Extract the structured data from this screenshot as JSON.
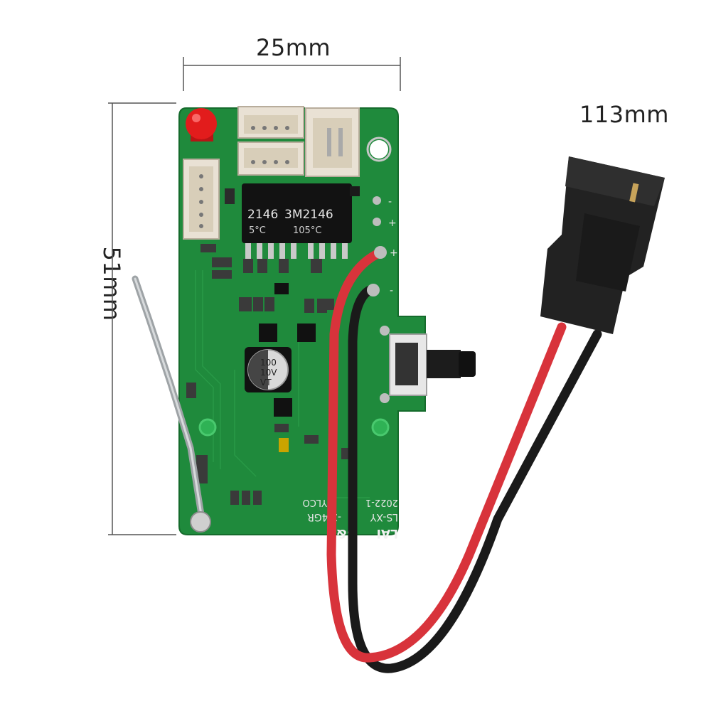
{
  "dimensions": {
    "width": "25mm",
    "height": "51mm",
    "cable_length": "113mm"
  },
  "board_markings": {
    "capacitor_top": "100",
    "capacitor_mid": "10V",
    "capacitor_bottom": "VT",
    "ic_text_left": "2146",
    "ic_text_right": "3M2146",
    "ic_temp_left": "5°C",
    "ic_temp_right": "105°C",
    "silk_line1": "2022-1",
    "silk_line2": "LS-XY",
    "silk_line3": "-2.4GR",
    "silk_line4": "YLCO",
    "silk_line5": "LAI",
    "silk_line6": "S&F",
    "pad_plus": "+",
    "pad_minus": "-"
  },
  "colors": {
    "pcb": "#1f8a3c",
    "pcb_dark": "#156b2c",
    "wire_red": "#d8333b",
    "wire_black": "#1a1a1a",
    "connector": "#222222",
    "led": "#e21c1c"
  }
}
